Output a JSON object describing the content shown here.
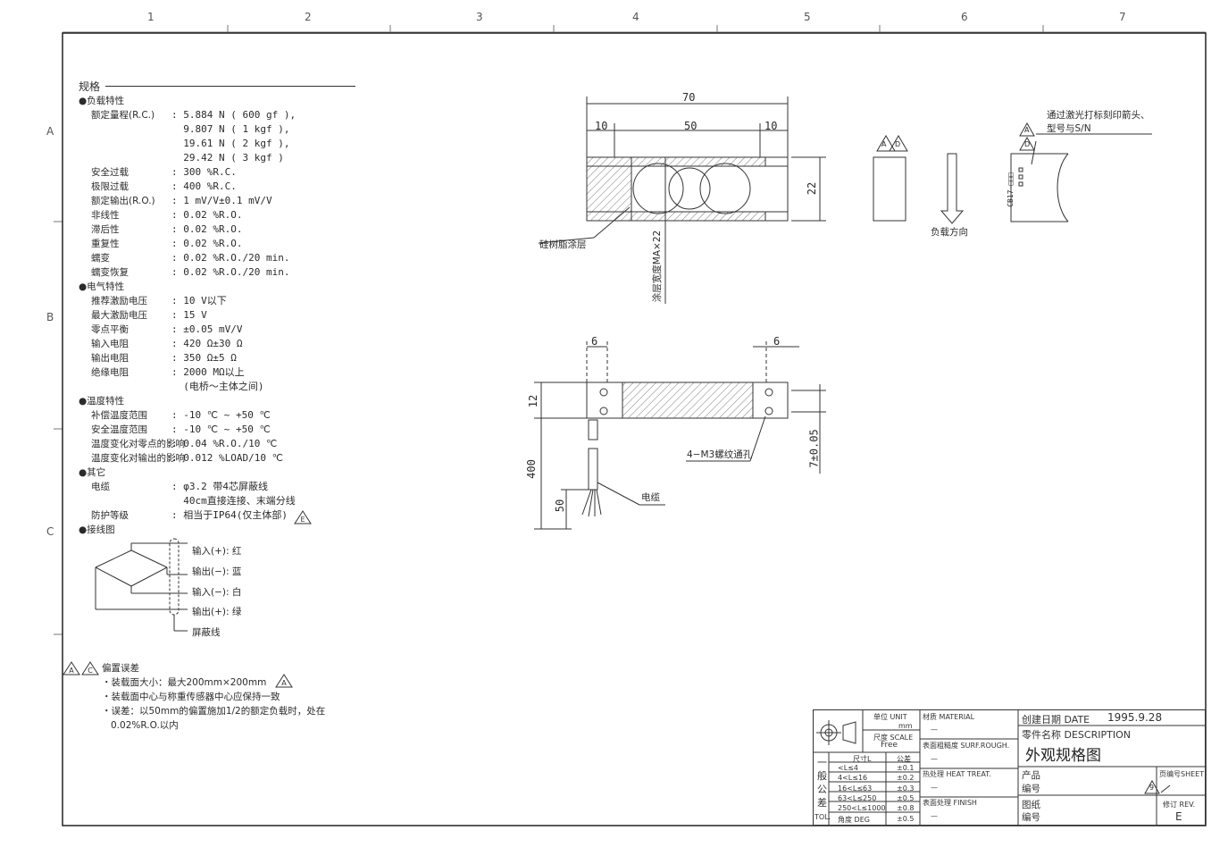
{
  "frame": {
    "col_numbers": [
      "1",
      "2",
      "3",
      "4",
      "5",
      "6",
      "7"
    ],
    "row_letters": [
      "A",
      "B",
      "C"
    ]
  },
  "spec": {
    "title": "规格",
    "groups": [
      {
        "name": "●负载特性",
        "rows": [
          {
            "k": "额定量程(R.C.)",
            "v": ": 5.884 N ( 600 gf ),\n  9.807 N ( 1 kgf ),\n  19.61 N ( 2 kgf ),\n  29.42 N ( 3 kgf )"
          },
          {
            "k": "安全过载",
            "v": ": 300 %R.C."
          },
          {
            "k": "极限过载",
            "v": ": 400 %R.C."
          },
          {
            "k": "额定输出(R.O.)",
            "v": ": 1 mV/V±0.1 mV/V"
          },
          {
            "k": "非线性",
            "v": ": 0.02 %R.O."
          },
          {
            "k": "滞后性",
            "v": ": 0.02 %R.O."
          },
          {
            "k": "重复性",
            "v": ": 0.02 %R.O."
          },
          {
            "k": "蠕变",
            "v": ": 0.02 %R.O./20 min."
          },
          {
            "k": "蠕变恢复",
            "v": ": 0.02 %R.O./20 min."
          }
        ]
      },
      {
        "name": "●电气特性",
        "rows": [
          {
            "k": "推荐激励电压",
            "v": ": 10 V以下"
          },
          {
            "k": "最大激励电压",
            "v": ": 15 V"
          },
          {
            "k": "零点平衡",
            "v": ": ±0.05 mV/V"
          },
          {
            "k": "输入电阻",
            "v": ": 420 Ω±30 Ω"
          },
          {
            "k": "输出电阻",
            "v": ": 350 Ω±5 Ω"
          },
          {
            "k": "绝缘电阻",
            "v": ": 2000 MΩ以上\n  (电桥～主体之间)"
          }
        ]
      },
      {
        "name": "●温度特性",
        "rows": [
          {
            "k": "补偿温度范围",
            "v": ": -10 ℃ ~ +50 ℃"
          },
          {
            "k": "安全温度范围",
            "v": ": -10 ℃ ~ +50 ℃"
          },
          {
            "k": "温度变化对零点的影响",
            "v": ": 0.04 %R.O./10 ℃"
          },
          {
            "k": "温度变化对输出的影响",
            "v": ": 0.012 %LOAD/10 ℃"
          }
        ]
      },
      {
        "name": "●其它",
        "rows": [
          {
            "k": "电缆",
            "v": ": φ3.2 带4芯屏蔽线\n  40cm直接连接、末端分线"
          },
          {
            "k": "防护等级",
            "v": ": 相当于IP64(仅主体部)"
          }
        ]
      }
    ],
    "wiring_title": "●接线图",
    "wires": [
      "输入(+): 红",
      "输出(−): 蓝",
      "输入(−): 白",
      "输出(+): 绿",
      "屏蔽线"
    ],
    "ip_mark": "E"
  },
  "note": {
    "marks": [
      "A",
      "C"
    ],
    "title": "偏置误差",
    "lines": [
      "・装载面大小：最大200mm×200mm",
      "・装载面中心与称重传感器中心应保持一致",
      "・误差：以50mm的偏置施加1/2的额定负载时，处在",
      "0.02%R.O.以内"
    ],
    "size_mark": "A"
  },
  "drawing": {
    "dims": {
      "total": "70",
      "left": "10",
      "mid": "50",
      "right": "10",
      "height": "22",
      "hole_left": "6",
      "hole_right": "6",
      "side_h": "12",
      "cable_len": "400",
      "strip": "50",
      "thick": "7±0.05"
    },
    "labels": {
      "silicone": "硅树脂涂层",
      "coating": "涂层宽度MA×22",
      "load_dir": "负载方向",
      "laser": "通过激光打标刻印箭头、",
      "laser2": "型号与S/N",
      "holes": "4−M3螺纹通孔",
      "cable": "电缆",
      "serial": "CB17-□□□",
      "marks1": [
        "A",
        "D"
      ],
      "marks2": [
        "A",
        "D"
      ]
    }
  },
  "title_block": {
    "unit_label": "单位 UNIT",
    "unit_val": "mm",
    "scale_label": "尺度 SCALE",
    "scale_val": "Free",
    "material": "材质 MATERIAL",
    "material_val": "—",
    "surf": "表面粗糙度 SURF.ROUGH.",
    "surf_val": "—",
    "heat": "热处理 HEAT TREAT.",
    "heat_val": "—",
    "finish": "表面处理 FINISH",
    "finish_val": "—",
    "tol_side": [
      "一",
      "般",
      "公",
      "差",
      "TOL."
    ],
    "tol_head": [
      "尺寸L",
      "公差"
    ],
    "tol_rows": [
      [
        "<L≤4",
        "±0.1"
      ],
      [
        "4<L≤16",
        "±0.2"
      ],
      [
        "16<L≤63",
        "±0.3"
      ],
      [
        "63<L≤250",
        "±0.5"
      ],
      [
        "250<L≤1000",
        "±0.8"
      ],
      [
        "角度 DEG",
        "±0.5"
      ]
    ],
    "date_label": "创建日期 DATE",
    "date_val": "1995.9.28",
    "desc_label": "零件名称 DESCRIPTION",
    "desc_val": "外观规格图",
    "prod": "产品",
    "prod2": "编号",
    "draw": "图纸",
    "draw2": "编号",
    "sheet_label": "页编号SHEET",
    "sheet_mark": "9",
    "rev_label": "修订 REV.",
    "rev_val": "E"
  }
}
